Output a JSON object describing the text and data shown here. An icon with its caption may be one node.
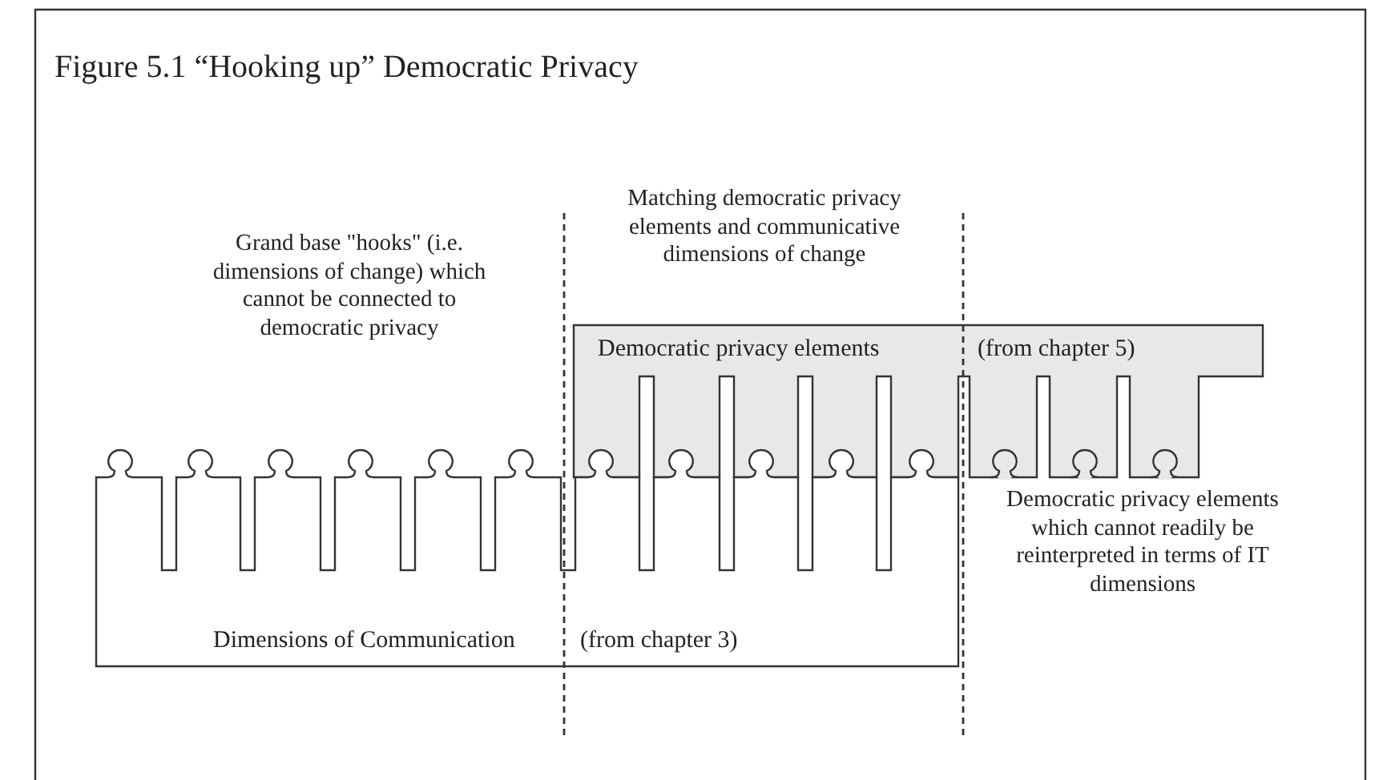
{
  "diagram": {
    "title": "Figure 5.1 “Hooking up” Democratic Privacy",
    "nodes": [
      {
        "text": [
          "Dimensions of Communication",
          "(from chapter 3)"
        ]
      },
      {
        "text": [
          "Democratic privacy elements",
          "(from chapter 5)"
        ]
      }
    ],
    "labels": [
      "Grand base \"hooks\" (i.e. dimensions of change) which cannot be connected to democratic privacy",
      "Matching democratic privacy elements and communicative dimensions of change",
      "Democratic privacy elements which cannot readily be reinterpreted in terms of IT dimensions"
    ]
  }
}
